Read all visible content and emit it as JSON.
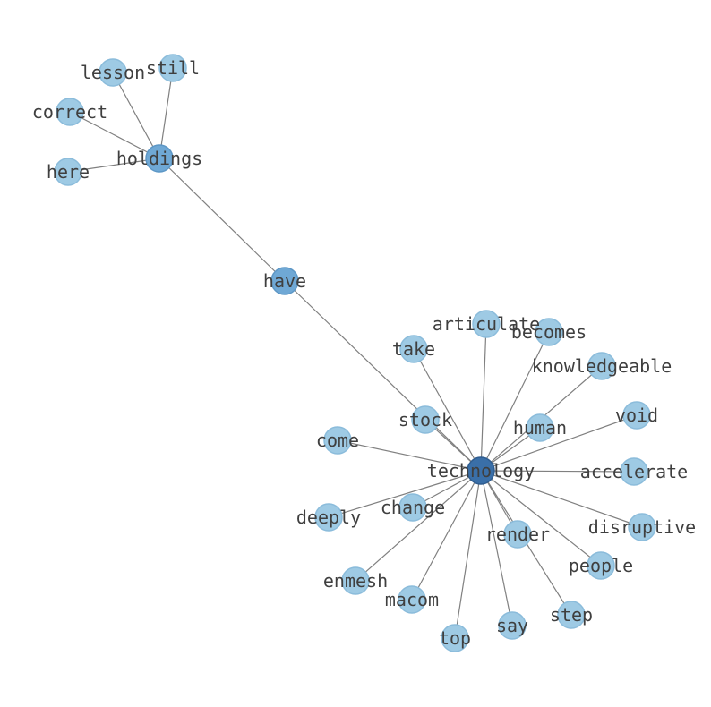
{
  "graph": {
    "nodes": [
      {
        "id": "technology",
        "label": "technology",
        "tier": "hub"
      },
      {
        "id": "holdings",
        "label": "holdings",
        "tier": "mid"
      },
      {
        "id": "have",
        "label": "have",
        "tier": "mid"
      },
      {
        "id": "lesson",
        "label": "lesson",
        "tier": "leaf"
      },
      {
        "id": "still",
        "label": "still",
        "tier": "leaf"
      },
      {
        "id": "correct",
        "label": "correct",
        "tier": "leaf"
      },
      {
        "id": "here",
        "label": "here",
        "tier": "leaf"
      },
      {
        "id": "articulate",
        "label": "articulate",
        "tier": "leaf"
      },
      {
        "id": "becomes",
        "label": "becomes",
        "tier": "leaf"
      },
      {
        "id": "take",
        "label": "take",
        "tier": "leaf"
      },
      {
        "id": "knowledgeable",
        "label": "knowledgeable",
        "tier": "leaf"
      },
      {
        "id": "stock",
        "label": "stock",
        "tier": "leaf"
      },
      {
        "id": "human",
        "label": "human",
        "tier": "leaf"
      },
      {
        "id": "void",
        "label": "void",
        "tier": "leaf"
      },
      {
        "id": "come",
        "label": "come",
        "tier": "leaf"
      },
      {
        "id": "accelerate",
        "label": "accelerate",
        "tier": "leaf"
      },
      {
        "id": "change",
        "label": "change",
        "tier": "leaf"
      },
      {
        "id": "deeply",
        "label": "deeply",
        "tier": "leaf"
      },
      {
        "id": "render",
        "label": "render",
        "tier": "leaf"
      },
      {
        "id": "disruptive",
        "label": "disruptive",
        "tier": "leaf"
      },
      {
        "id": "people",
        "label": "people",
        "tier": "leaf"
      },
      {
        "id": "enmesh",
        "label": "enmesh",
        "tier": "leaf"
      },
      {
        "id": "macom",
        "label": "macom",
        "tier": "leaf"
      },
      {
        "id": "step",
        "label": "step",
        "tier": "leaf"
      },
      {
        "id": "say",
        "label": "say",
        "tier": "leaf"
      },
      {
        "id": "top",
        "label": "top",
        "tier": "leaf"
      }
    ],
    "edges": [
      [
        "holdings",
        "lesson"
      ],
      [
        "holdings",
        "still"
      ],
      [
        "holdings",
        "correct"
      ],
      [
        "holdings",
        "here"
      ],
      [
        "holdings",
        "have"
      ],
      [
        "have",
        "technology"
      ],
      [
        "technology",
        "articulate"
      ],
      [
        "technology",
        "becomes"
      ],
      [
        "technology",
        "take"
      ],
      [
        "technology",
        "knowledgeable"
      ],
      [
        "technology",
        "stock"
      ],
      [
        "technology",
        "human"
      ],
      [
        "technology",
        "void"
      ],
      [
        "technology",
        "come"
      ],
      [
        "technology",
        "accelerate"
      ],
      [
        "technology",
        "change"
      ],
      [
        "technology",
        "deeply"
      ],
      [
        "technology",
        "render"
      ],
      [
        "technology",
        "disruptive"
      ],
      [
        "technology",
        "people"
      ],
      [
        "technology",
        "enmesh"
      ],
      [
        "technology",
        "macom"
      ],
      [
        "technology",
        "step"
      ],
      [
        "technology",
        "say"
      ],
      [
        "technology",
        "top"
      ]
    ],
    "colors": {
      "hub_fill": "#3a6fa8",
      "hub_stroke": "#2f5d90",
      "mid_fill": "#6fa8d5",
      "mid_stroke": "#5d97c6",
      "leaf_fill": "#9ecae4",
      "leaf_stroke": "#8bbcdb",
      "edge": "#808080",
      "label": "#3f3f3f"
    }
  }
}
